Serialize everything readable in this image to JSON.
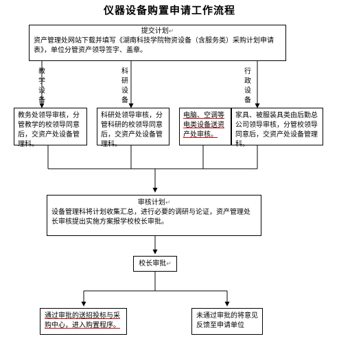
{
  "title": "仪器设备购置申请工作流程",
  "plan": {
    "heading": "提交计划",
    "body": "资产管理处网站下载并填写《湖南科技学院物资设备（含服务类）采购计划申请表》，单位分管资产领导签字、盖章。"
  },
  "branches": [
    {
      "label": "教学设备",
      "detail": "教务处领导审核，分管教学的校领导同意后，交资产处设备管理科。"
    },
    {
      "label": "科研设备",
      "detail": "科研处领导审核，分管科研的校领导同意后，交资产处设备管理科。"
    },
    {
      "label": "行政设备",
      "detail_a": "电脑、空调等电类设备送资产处审核。",
      "detail_b": "家具、被服装具类由后勤总公司领导审核，分管校领导同意后，交资产处设备管理科。"
    }
  ],
  "review": {
    "heading": "审核计划",
    "body": "设备管理科将计划收集汇总，进行必要的调研与论证，资产管理处长审核提出实施方案报学校校长审批。"
  },
  "president": "校长审批",
  "approved": "通过审批的送招投标与采购中心，进入购置程序。",
  "rejected": "未通过审批的将意见反馈至申请单位",
  "para_mark": "↵"
}
